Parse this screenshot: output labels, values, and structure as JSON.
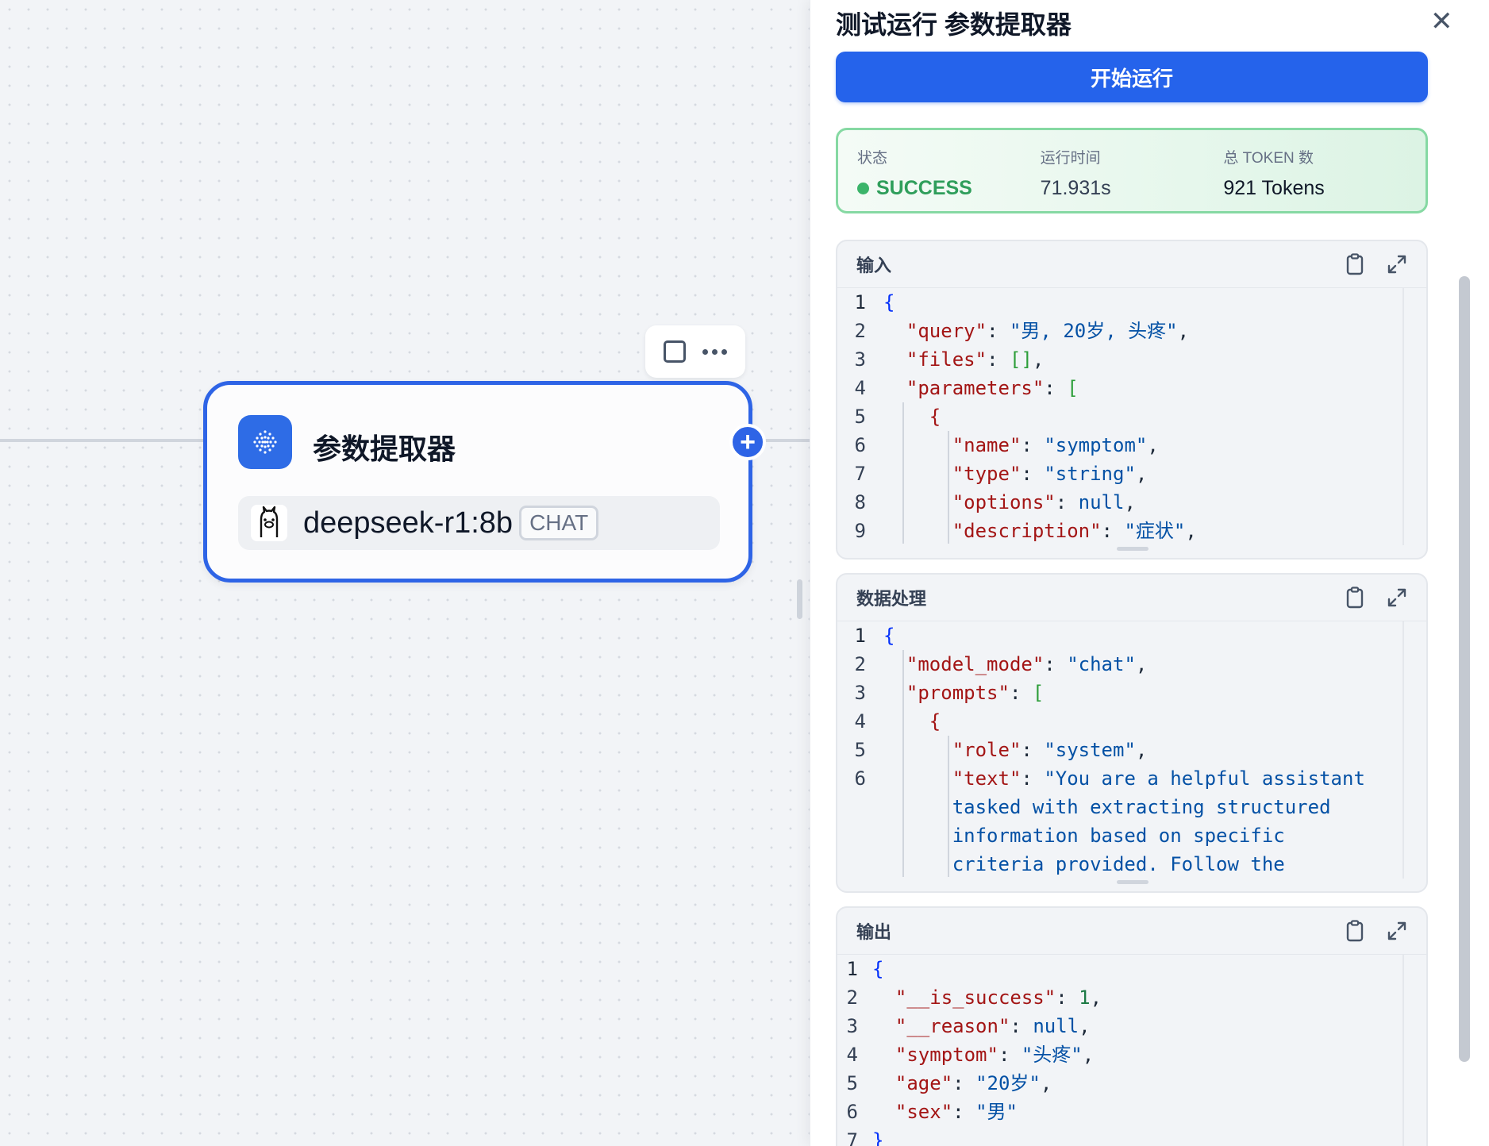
{
  "node": {
    "title": "参数提取器",
    "model_name": "deepseek-r1:8b",
    "model_badge": "CHAT"
  },
  "panel": {
    "title": "测试运行 参数提取器",
    "run_button": "开始运行",
    "status": {
      "status_label": "状态",
      "status_value": "SUCCESS",
      "time_label": "运行时间",
      "time_value": "71.931s",
      "tokens_label": "总 TOKEN 数",
      "tokens_value": "921 Tokens"
    },
    "input": {
      "title": "输入",
      "lines": [
        "1",
        "2",
        "3",
        "4",
        "5",
        "6",
        "7",
        "8",
        "9"
      ]
    },
    "processing": {
      "title": "数据处理",
      "lines": [
        "1",
        "2",
        "3",
        "4",
        "5",
        "6"
      ]
    },
    "output": {
      "title": "输出",
      "lines": [
        "1",
        "2",
        "3",
        "4",
        "5",
        "6",
        "7"
      ]
    }
  },
  "colors": {
    "accent": "#2563eb",
    "node_border": "#2e64e6",
    "success": "#2f9e5b"
  },
  "icons": [
    "add-icon",
    "checkbox-icon",
    "more-icon",
    "close-icon",
    "copy-icon",
    "expand-icon",
    "ollama-icon",
    "parameter-extractor-icon"
  ]
}
